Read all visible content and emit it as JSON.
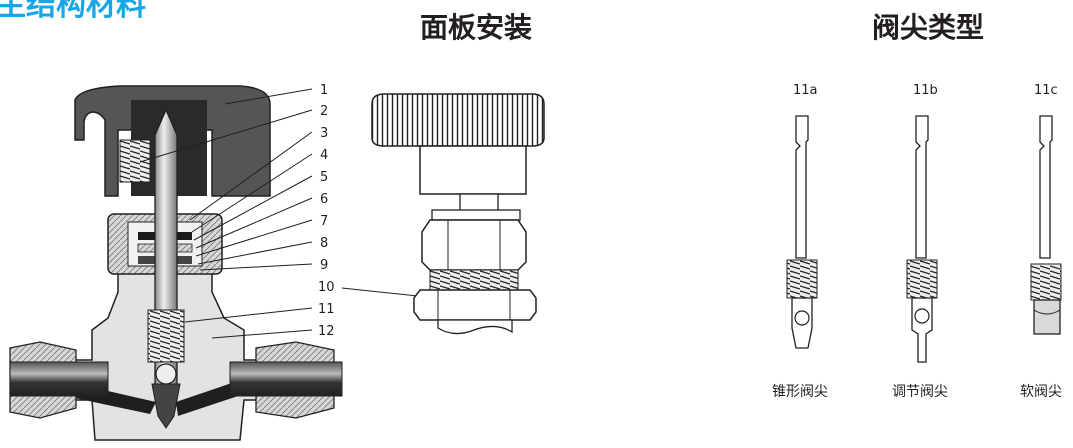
{
  "header": {
    "page_title": "主结构材料",
    "panel_heading": "面板安装",
    "tips_heading": "阀尖类型"
  },
  "callouts": [
    "1",
    "2",
    "3",
    "4",
    "5",
    "6",
    "7",
    "8",
    "9",
    "10",
    "11",
    "12"
  ],
  "tip_types": [
    {
      "code": "11a",
      "caption": "锥形阀尖"
    },
    {
      "code": "11b",
      "caption": "调节阀尖"
    },
    {
      "code": "11c",
      "caption": "软阀尖"
    }
  ]
}
